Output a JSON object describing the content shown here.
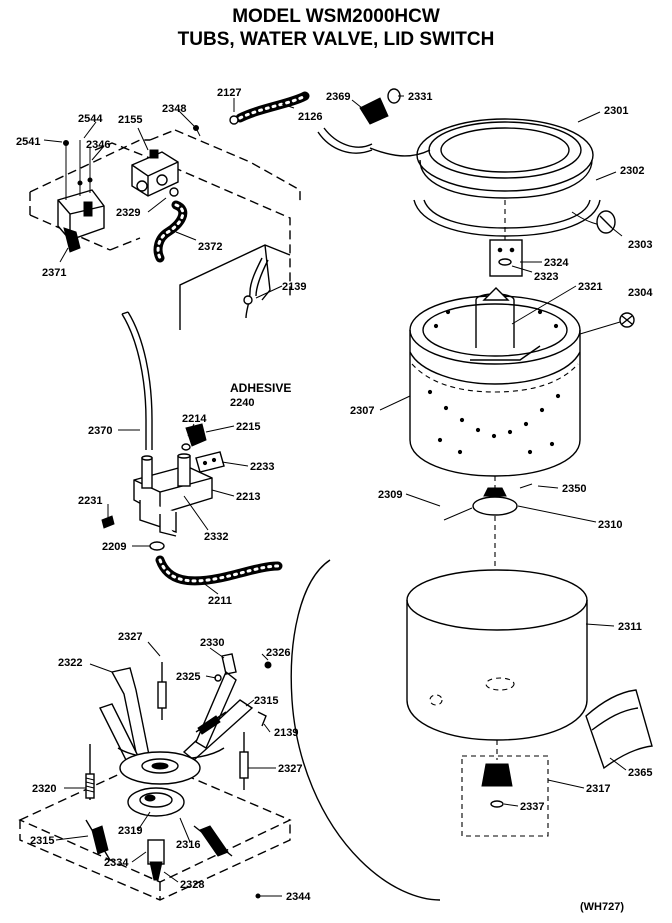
{
  "title": {
    "line1": "MODEL WSM2000HCW",
    "line2": "TUBS, WATER VALVE, LID SWITCH"
  },
  "adhesive": {
    "text": "ADHESIVE",
    "part": "2240"
  },
  "drawing_code": "(WH727)",
  "labels": {
    "p2541": "2541",
    "p2544": "2544",
    "p2346": "2346",
    "p2155": "2155",
    "p2348": "2348",
    "p2127": "2127",
    "p2126": "2126",
    "p2369": "2369",
    "p2331": "2331",
    "p2301": "2301",
    "p2302": "2302",
    "p2303": "2303",
    "p2329": "2329",
    "p2372": "2372",
    "p2371": "2371",
    "p2139a": "2139",
    "p2324": "2324",
    "p2323": "2323",
    "p2321": "2321",
    "p2304": "2304",
    "p2307": "2307",
    "p2370": "2370",
    "p2214": "2214",
    "p2215": "2215",
    "p2233": "2233",
    "p2213": "2213",
    "p2231": "2231",
    "p2332": "2332",
    "p2209": "2209",
    "p2211": "2211",
    "p2309": "2309",
    "p2350": "2350",
    "p2310": "2310",
    "p2311": "2311",
    "p2327a": "2327",
    "p2330": "2330",
    "p2326": "2326",
    "p2322": "2322",
    "p2325": "2325",
    "p2315a": "2315",
    "p2139b": "2139",
    "p2327b": "2327",
    "p2320": "2320",
    "p2315b": "2315",
    "p2319": "2319",
    "p2316": "2316",
    "p2334": "2334",
    "p2344": "2344",
    "p2328": "2328",
    "p2365": "2365",
    "p2317": "2317",
    "p2337": "2337"
  }
}
